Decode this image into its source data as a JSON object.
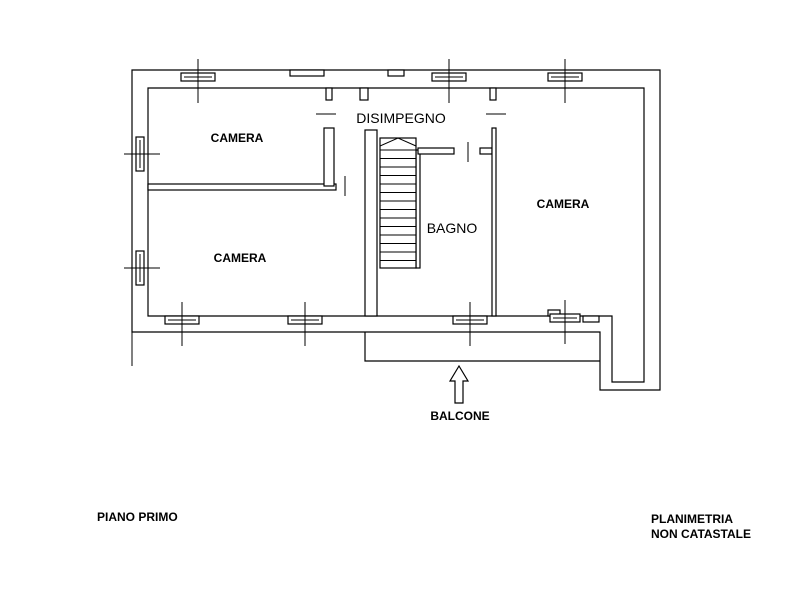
{
  "rooms": {
    "camera_top_left": "CAMERA",
    "camera_bottom_left": "CAMERA",
    "camera_right": "CAMERA",
    "disimpegno": "DISIMPEGNO",
    "bagno": "BAGNO",
    "balcone": "BALCONE"
  },
  "footer": {
    "floor": "PIANO PRIMO",
    "note_line1": "PLANIMETRIA",
    "note_line2": "NON CATASTALE"
  },
  "icons": {
    "balcone_arrow": "up-arrow-icon"
  }
}
